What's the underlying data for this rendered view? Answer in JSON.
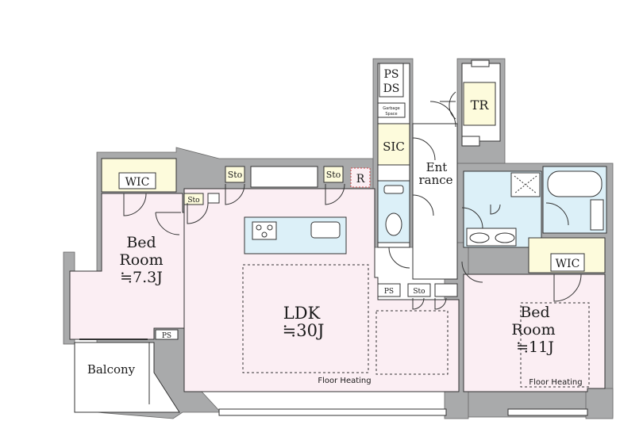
{
  "labels": {
    "ps_ds_1": "PS",
    "ps_ds_2": "DS",
    "garbage_1": "Garbage",
    "garbage_2": "Space",
    "tr": "TR",
    "sic": "SIC",
    "entrance_1": "Ent",
    "entrance_2": "rance",
    "wic_left": "WIC",
    "wic_right": "WIC",
    "sto": "Sto",
    "r": "R",
    "ps": "PS",
    "bed_left_1": "Bed",
    "bed_left_2": "Room",
    "bed_left_3": "≒7.3J",
    "ldk_1": "LDK",
    "ldk_2": "≒30J",
    "bed_right_1": "Bed",
    "bed_right_2": "Room",
    "bed_right_3": "≒11J",
    "balcony": "Balcony",
    "floor_heating": "Floor Heating"
  },
  "colors": {
    "wall": "#a9aaab",
    "living": "#fbeef3",
    "storage": "#fdfbdc",
    "wet": "#dcf0f8",
    "line": "#333333"
  }
}
